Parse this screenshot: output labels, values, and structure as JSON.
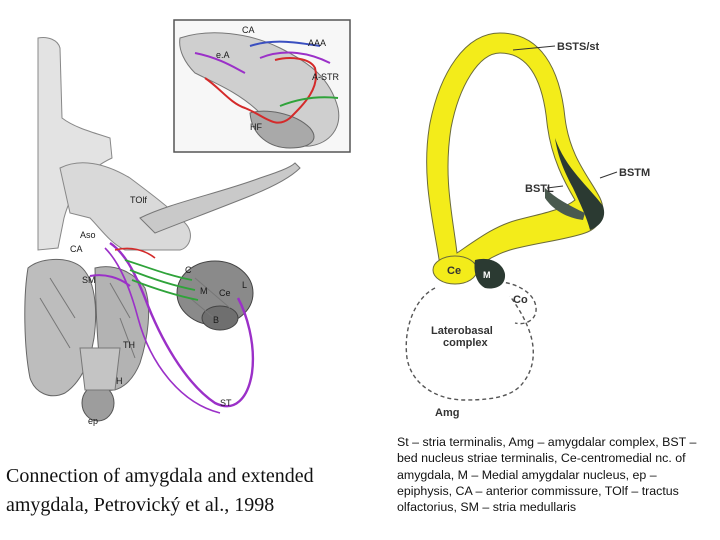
{
  "left_figure": {
    "inset_labels": {
      "ca": "CA",
      "aaa": "AAA",
      "ea": "e.A",
      "astr": "A-STR",
      "hf": "HF"
    },
    "labels": {
      "tolf": "TOlf",
      "aso": "Aso",
      "ca": "CA",
      "sm": "SM",
      "c": "C",
      "m": "M",
      "ce": "Ce",
      "l": "L",
      "b": "B",
      "th": "TH",
      "h": "H",
      "st": "ST",
      "ep": "ep"
    },
    "colors": {
      "purple": "#9b30c8",
      "green": "#2fa33a",
      "red": "#d42a2a",
      "blue": "#3a4fc0"
    }
  },
  "right_figure": {
    "labels": {
      "bsts": "BSTS/st",
      "bstm": "BSTM",
      "bstl": "BSTL",
      "ce": "Ce",
      "m": "M",
      "co": "Co",
      "laterobasal": "Laterobasal",
      "complex": "complex",
      "amg": "Amg"
    },
    "colors": {
      "yellow": "#f3ec1a",
      "dark": "#2b3a32"
    }
  },
  "caption": {
    "line1": "Connection of amygdala and extended",
    "line2": "amygdala, Petrovický et al., 1998"
  },
  "legend": {
    "text": "St – stria terminalis, Amg – amygdalar complex, BST – bed nucleus striae terminalis, Ce-centromedial nc. of amygdala, M – Medial amygdalar nucleus, ep – epiphysis, CA – anterior commissure, TOlf – tractus olfactorius, SM – stria medullaris"
  }
}
